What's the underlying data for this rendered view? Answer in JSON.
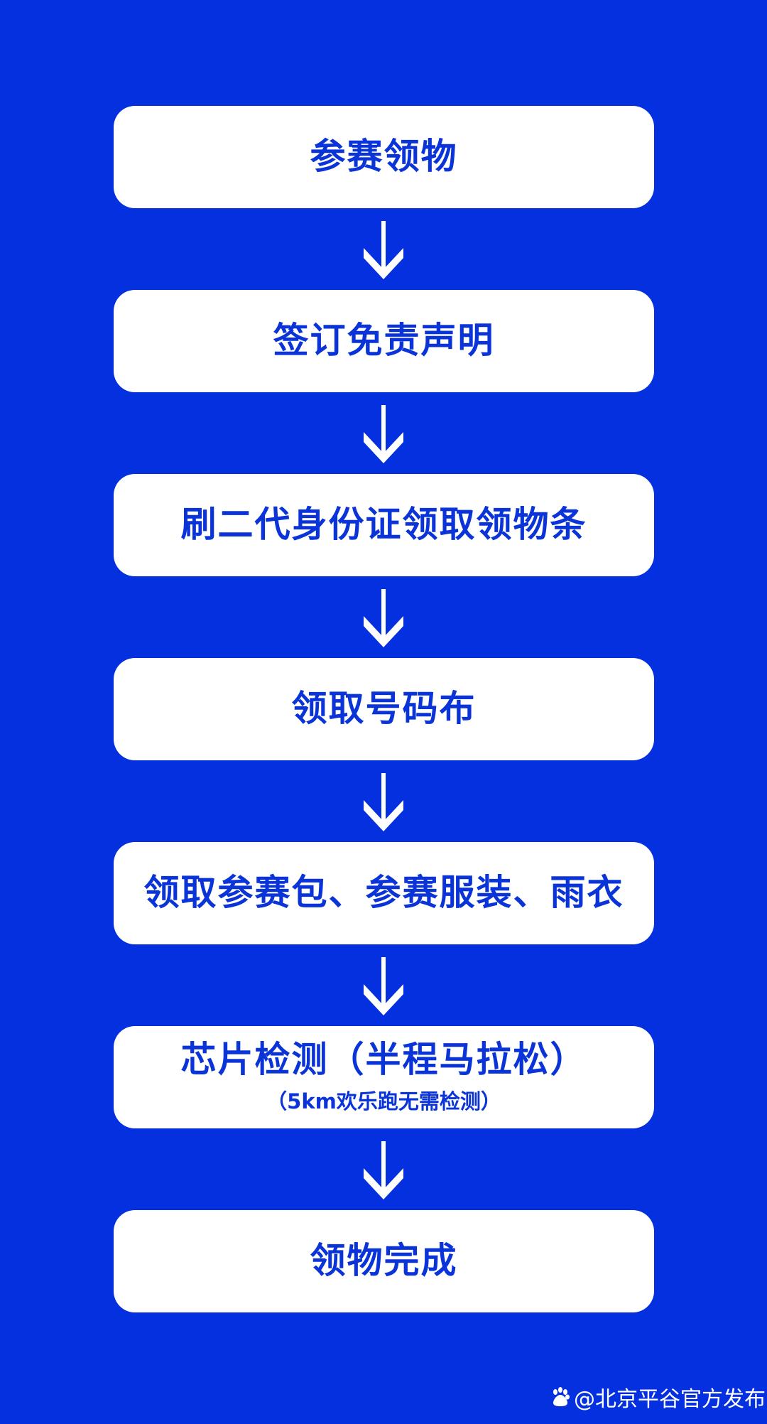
{
  "steps": [
    {
      "title": "参赛领物"
    },
    {
      "title": "签订免责声明"
    },
    {
      "title": "刷二代身份证领取领物条"
    },
    {
      "title": "领取号码布"
    },
    {
      "title": "领取参赛包、参赛服装、雨衣"
    },
    {
      "title": "芯片检测（半程马拉松）",
      "note": "（5km欢乐跑无需检测）"
    },
    {
      "title": "领物完成"
    }
  ],
  "watermark": {
    "icon": "baidu-paw-icon",
    "text": "@北京平谷官方发布"
  },
  "colors": {
    "background": "#0430e0",
    "text": "#0a34d8",
    "box": "#ffffff"
  }
}
